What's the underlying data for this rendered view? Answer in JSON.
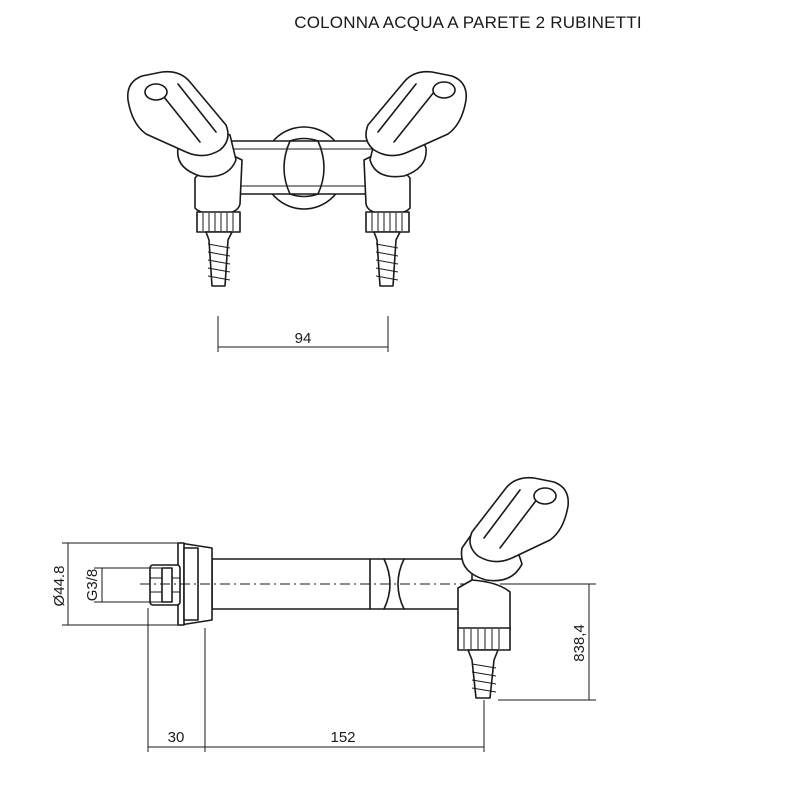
{
  "title": "COLONNA ACQUA A PARETE 2 RUBINETTI",
  "dimensions": {
    "tap_spacing": "94",
    "flange_diameter": "Ø44.8",
    "thread": "G3/8",
    "flange_depth": "30",
    "arm_length": "152",
    "outlet_height": "838,4"
  }
}
